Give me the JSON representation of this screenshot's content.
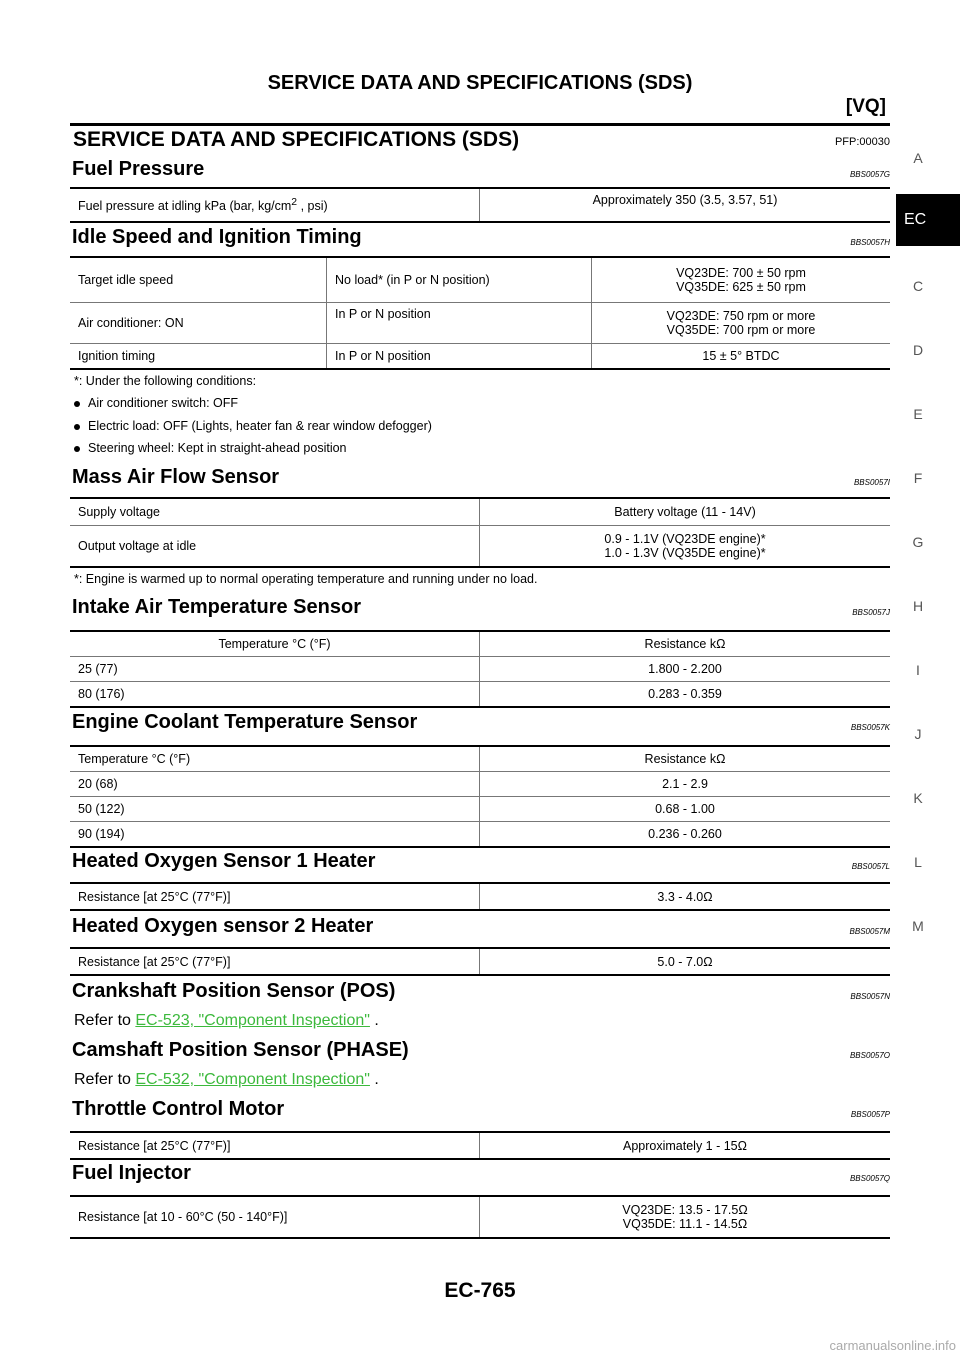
{
  "header": {
    "title": "SERVICE DATA AND SPECIFICATIONS (SDS)",
    "engine": "[VQ]"
  },
  "main_section": {
    "title": "SERVICE DATA AND SPECIFICATIONS (SDS)",
    "code": "PFP:00030"
  },
  "fuel_pressure": {
    "title": "Fuel Pressure",
    "code": "BBS0057G",
    "label_pre": "Fuel pressure at idling kPa (bar, kg/cm",
    "label_sup": "2",
    "label_post": " , psi)",
    "value": "Approximately 350 (3.5, 3.57, 51)"
  },
  "idle": {
    "title": "Idle Speed and Ignition Timing",
    "code": "BBS0057H",
    "rows": [
      {
        "item": "Target idle speed",
        "condition": "No load* (in P or N position)",
        "value1": "VQ23DE: 700 ± 50 rpm",
        "value2": "VQ35DE: 625 ± 50 rpm"
      },
      {
        "item": "Air conditioner: ON",
        "condition": "In P or N position",
        "value1": "VQ23DE: 750 rpm or more",
        "value2": "VQ35DE: 700 rpm or more"
      },
      {
        "item": "Ignition timing",
        "condition": "In P or N position",
        "value1": "15 ± 5° BTDC"
      }
    ],
    "note": "*: Under the following conditions:",
    "bullets": [
      "Air conditioner switch: OFF",
      "Electric load: OFF (Lights, heater fan & rear window defogger)",
      "Steering wheel: Kept in straight-ahead position"
    ]
  },
  "maf": {
    "title": "Mass Air Flow Sensor",
    "code": "BBS0057I",
    "rows": [
      {
        "item": "Supply voltage",
        "value1": "Battery voltage (11 - 14V)"
      },
      {
        "item": "Output voltage at idle",
        "value1": "0.9 - 1.1V (VQ23DE engine)*",
        "value2": "1.0 - 1.3V (VQ35DE engine)*"
      }
    ],
    "note": "*: Engine is warmed up to normal operating temperature and running under no load."
  },
  "iat": {
    "title": "Intake Air Temperature Sensor",
    "code": "BBS0057J",
    "headers": [
      "Temperature °C (°F)",
      "Resistance kΩ"
    ],
    "rows": [
      [
        "25 (77)",
        "1.800 - 2.200"
      ],
      [
        "80 (176)",
        "0.283 - 0.359"
      ]
    ]
  },
  "ect": {
    "title": "Engine Coolant Temperature Sensor",
    "code": "BBS0057K",
    "headers": [
      "Temperature °C (°F)",
      "Resistance kΩ"
    ],
    "rows": [
      [
        "20 (68)",
        "2.1 - 2.9"
      ],
      [
        "50 (122)",
        "0.68 - 1.00"
      ],
      [
        "90 (194)",
        "0.236 - 0.260"
      ]
    ]
  },
  "ho2s1": {
    "title": "Heated Oxygen Sensor 1 Heater",
    "code": "BBS0057L",
    "label": "Resistance [at 25°C (77°F)]",
    "value": "3.3 - 4.0Ω"
  },
  "ho2s2": {
    "title": "Heated Oxygen sensor 2 Heater",
    "code": "BBS0057M",
    "label": "Resistance [at 25°C (77°F)]",
    "value": "5.0 - 7.0Ω"
  },
  "ckp": {
    "title": "Crankshaft Position Sensor (POS)",
    "code": "BBS0057N",
    "ref_pre": "Refer to ",
    "ref_link": "EC-523, \"Component Inspection\"",
    "ref_post": " ."
  },
  "cmp": {
    "title": "Camshaft Position Sensor (PHASE)",
    "code": "BBS0057O",
    "ref_pre": "Refer to ",
    "ref_link": "EC-532, \"Component Inspection\"",
    "ref_post": " ."
  },
  "tcm": {
    "title": "Throttle Control Motor",
    "code": "BBS0057P",
    "label": "Resistance [at 25°C (77°F)]",
    "value": "Approximately 1 - 15Ω"
  },
  "injector": {
    "title": "Fuel Injector",
    "code": "BBS0057Q",
    "label": "Resistance [at 10 - 60°C (50 - 140°F)]",
    "value1": "VQ23DE: 13.5 - 17.5Ω",
    "value2": "VQ35DE: 11.1 - 14.5Ω"
  },
  "side_index": {
    "active": "EC",
    "letters": [
      "A",
      "C",
      "D",
      "E",
      "F",
      "G",
      "H",
      "I",
      "J",
      "K",
      "L",
      "M"
    ]
  },
  "footer": {
    "page": "EC-765"
  },
  "watermark": "carmanualsonline.info"
}
